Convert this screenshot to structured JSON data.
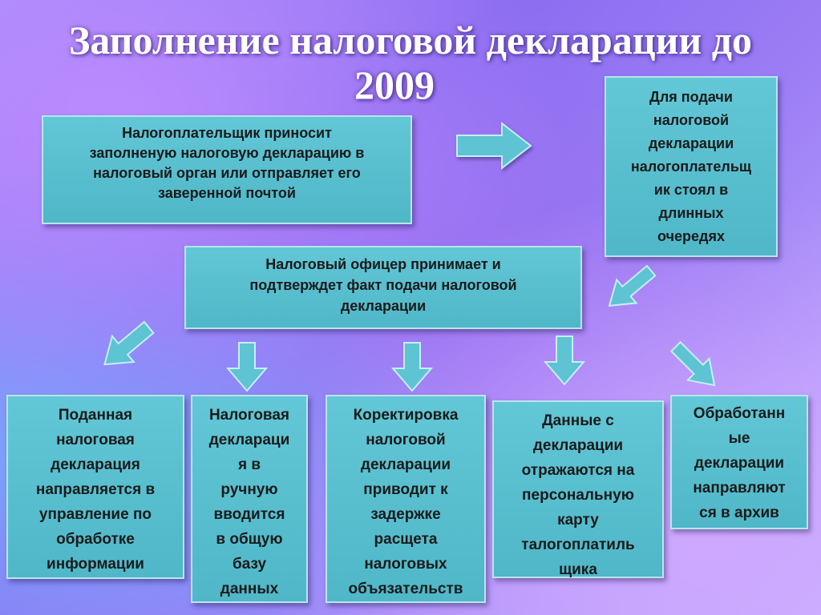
{
  "title": {
    "line1": "Заполнение налоговой декларации до",
    "line2": "2009"
  },
  "boxes": {
    "top_left": [
      "Налогоплательщик приносит",
      "заполненую налоговую декларацию в",
      "налоговый орган или отправляет его",
      "заверенной почтой"
    ],
    "top_right": [
      "Для подачи",
      "налоговой",
      "декларации",
      "налогоплательщ",
      "ик стоял в",
      "длинных",
      "очередях"
    ],
    "middle": [
      "Налоговый офицер принимает и",
      "подтверждет факт подачи налоговой",
      "декларации"
    ],
    "bottom_1": [
      "Поданная",
      "налоговая",
      "декларация",
      "направляется в",
      "управление по",
      "обработке",
      "информации"
    ],
    "bottom_2": [
      "Налоговая",
      "деклараци",
      "я в",
      "ручную",
      "вводится",
      "в общую",
      "базу",
      "данных"
    ],
    "bottom_3": [
      "Коректировка",
      "налоговой",
      "декларации",
      "приводит к",
      "задержке",
      "расщета",
      "налоговых",
      "объязательств"
    ],
    "bottom_4": [
      "Данные с",
      "декларации",
      "отражаются на",
      "персональную",
      "карту",
      "талогоплатиль",
      "щика"
    ],
    "bottom_5": [
      "Обработанн",
      "ые",
      "декларации",
      "направляют",
      "ся в архив"
    ]
  },
  "colors": {
    "box_fill": "#56bccb",
    "box_border": "#b8e6ee",
    "arrow_fill": "#5ec3d3",
    "title": "#ffffff"
  }
}
